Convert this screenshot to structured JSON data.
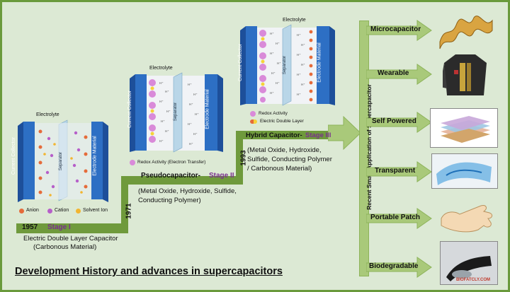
{
  "stage1": {
    "electrolyte": "Electrolyte",
    "current_collector": "Current Collector",
    "separator": "Separator",
    "electrode_material": "Electrode Material",
    "legend_anion": "Anion",
    "legend_cation": "Cation",
    "legend_solvent": "Solvent Ion",
    "year": "1957",
    "stage": "Stage I",
    "title_line1": "Electric Double Layer Capacitor",
    "title_line2": "(Carbonous Material)"
  },
  "stage2": {
    "electrolyte": "Electrolyte",
    "current_collector": "Current Collector",
    "separator": "Separator",
    "electrode_material": "Electrode Material",
    "legend_redox": "Redox Activity (Electron Transfer)",
    "year": "1971",
    "name": "Pseudocapacitor-",
    "stage": "Stage II",
    "materials_line1": "(Metal Oxide, Hydroxide, Sulfide,",
    "materials_line2": "Conducting Polymer)"
  },
  "stage3": {
    "electrolyte": "Electrolyte",
    "current_collector": "Current Collector",
    "separator": "Separator",
    "electrode_material": "Electrode Material",
    "legend_redox": "Redox Activity",
    "legend_edl": "Electric Double Layer",
    "year": "1993",
    "name": "Hybrid Capacitor-",
    "stage": "Stage III",
    "materials_line1": "(Metal Oxide, Hydroxide,",
    "materials_line2": "Sulfide, Conducting Polymer",
    "materials_line3": "/ Carbonous Material)"
  },
  "applications_title": "Recent Smart Application of Supercapacitor",
  "applications": [
    {
      "label": "Microcapacitor"
    },
    {
      "label": "Wearable"
    },
    {
      "label": "Self Powered"
    },
    {
      "label": "Transparent"
    },
    {
      "label": "Portable Patch"
    },
    {
      "label": "Biodegradable"
    }
  ],
  "main_title": "Development History and advances in supercapacitors",
  "watermark": "BIOFATCLY.COM",
  "colors": {
    "background": "#dce9d4",
    "border": "#6a9a3c",
    "stair": "#6f9a3c",
    "arrow": "#a9c97a",
    "collector": "#2d6fc4",
    "stage_text": "#7a2f8e",
    "ion_pink": "#d98ad9"
  }
}
